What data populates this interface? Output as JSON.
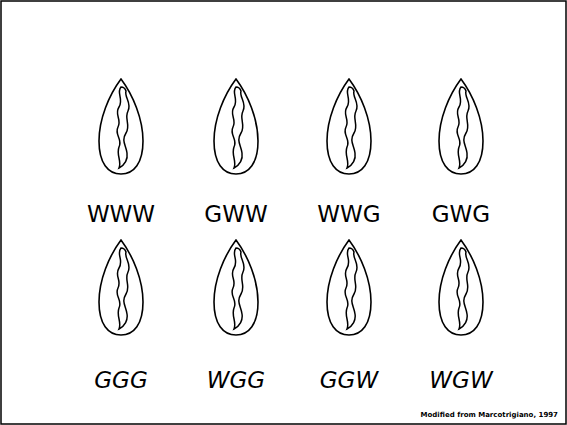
{
  "diagram": {
    "labels": [
      "WWW",
      "GWW",
      "WWG",
      "GWG",
      "GGG",
      "WGG",
      "GGW",
      "WGW",
      "Modified from Marcotrigiano, 1997"
    ]
  }
}
